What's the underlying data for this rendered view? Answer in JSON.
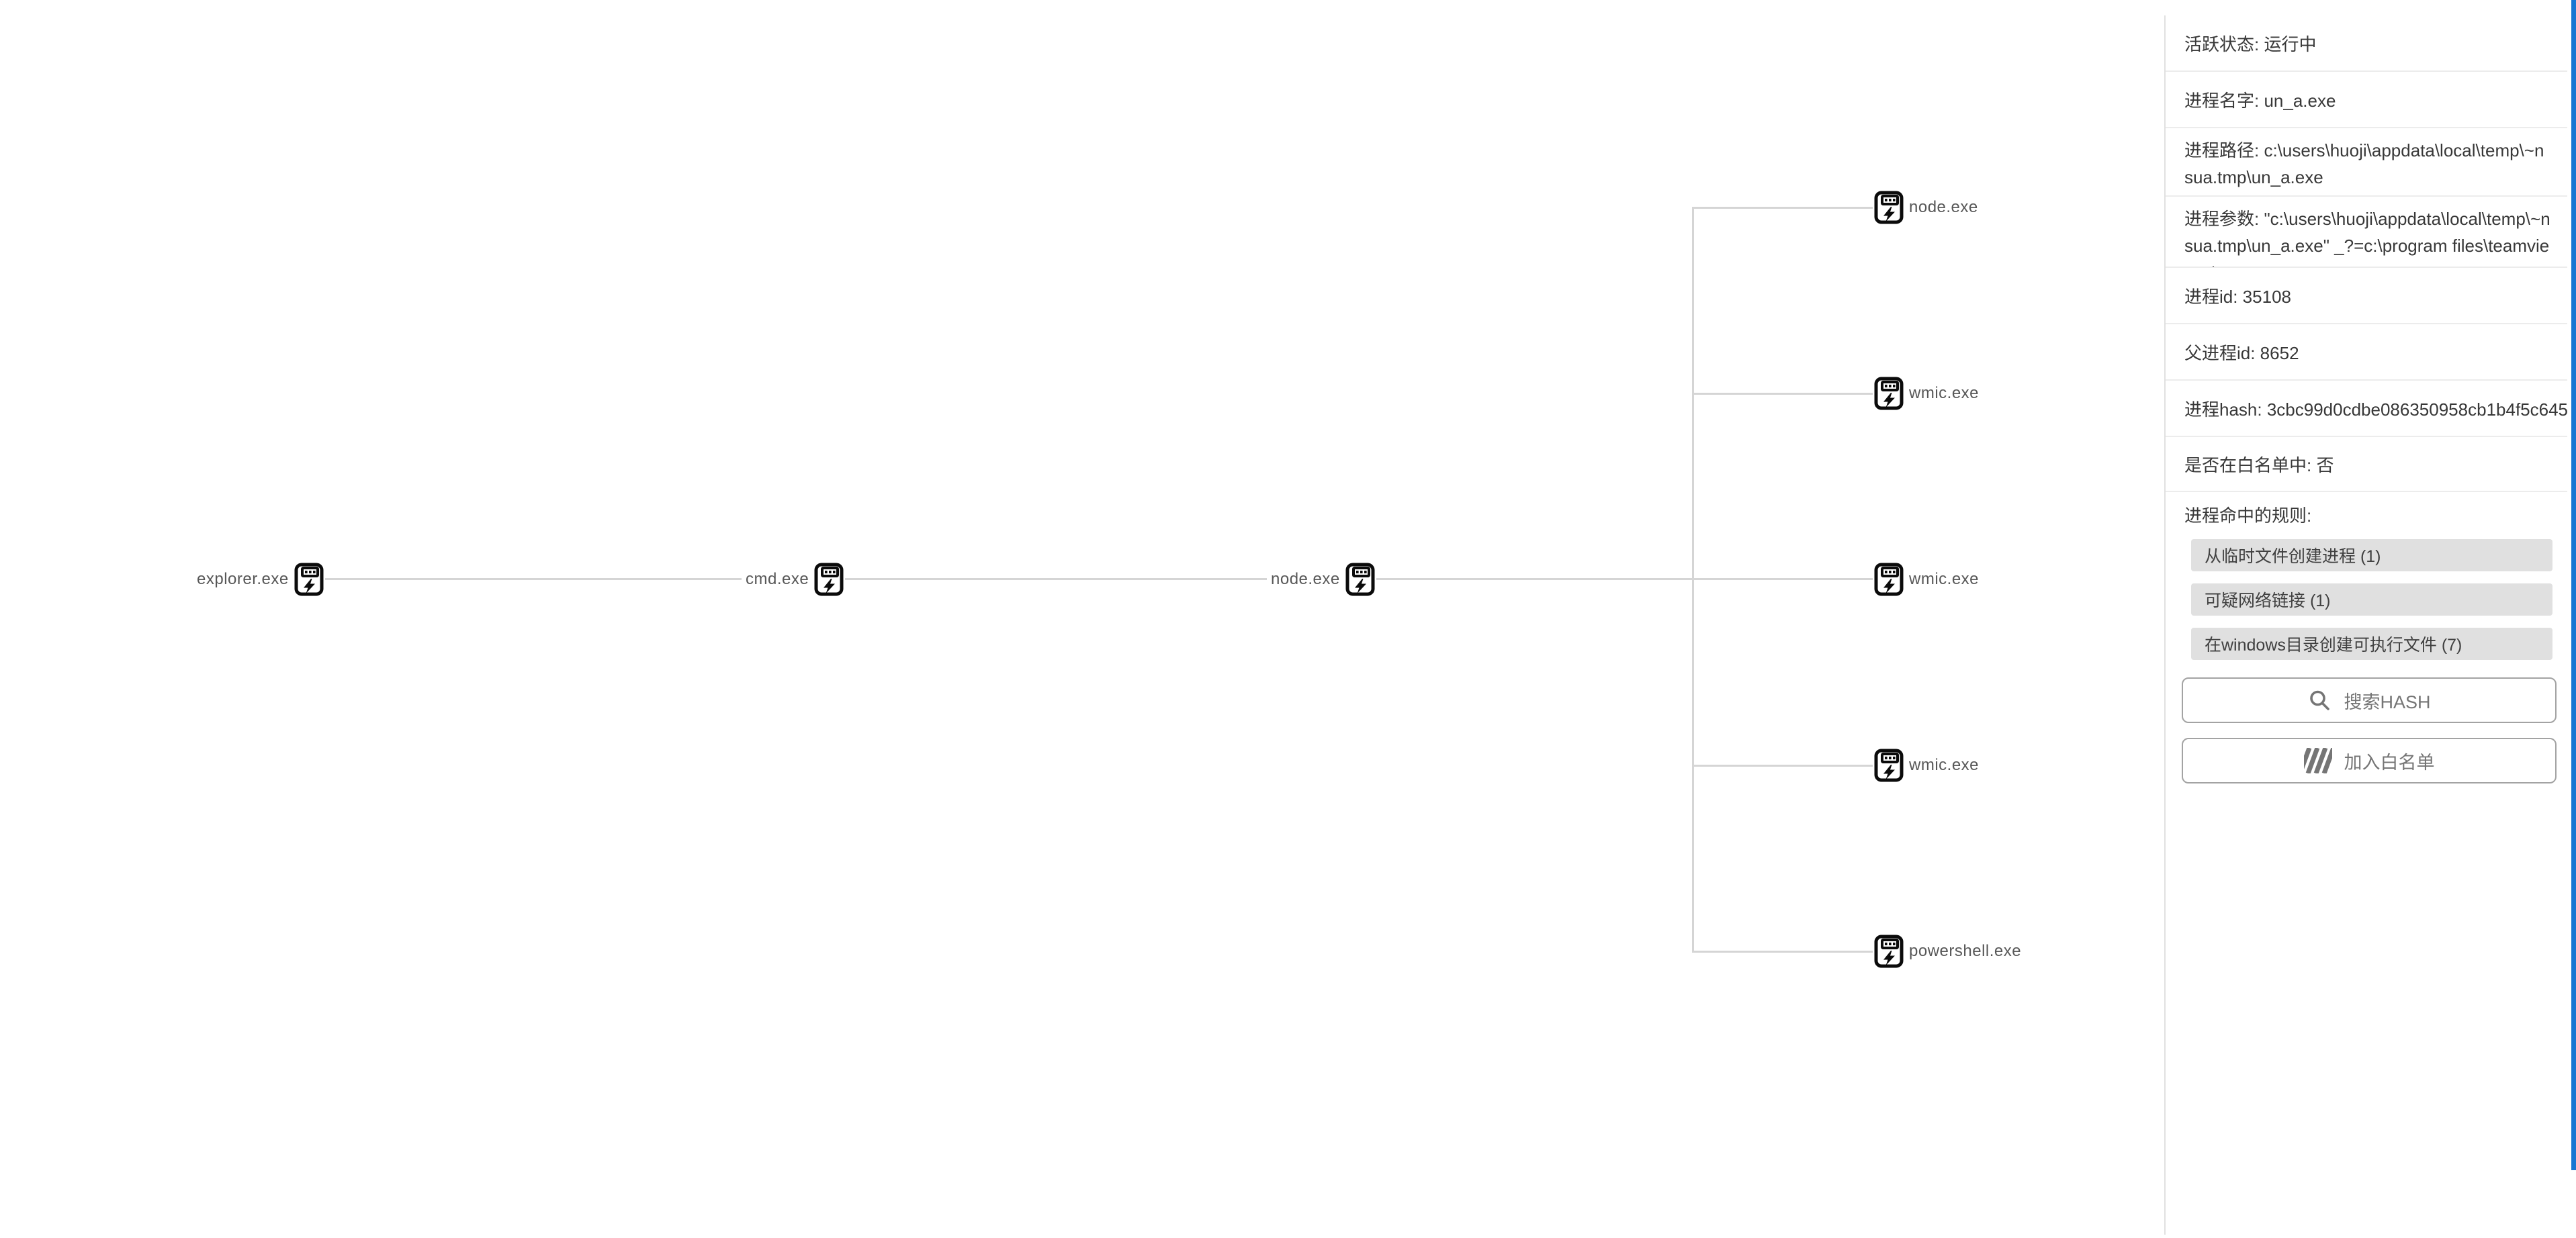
{
  "app": {
    "view": "process-tree-analysis"
  },
  "tree": {
    "line_color": "#d5d5d5",
    "node_icon": "app-lightning-icon",
    "parents": [
      {
        "label": "explorer.exe"
      },
      {
        "label": "cmd.exe"
      },
      {
        "label": "node.exe"
      }
    ],
    "children": [
      {
        "label": "node.exe"
      },
      {
        "label": "wmic.exe"
      },
      {
        "label": "wmic.exe"
      },
      {
        "label": "wmic.exe"
      },
      {
        "label": "powershell.exe"
      }
    ]
  },
  "panel": {
    "active_status": "活跃状态: 运行中",
    "process_name": "进程名字: un_a.exe",
    "process_path": "进程路径: c:\\users\\huoji\\appdata\\local\\temp\\~nsua.tmp\\un_a.exe",
    "process_args": "进程参数: \"c:\\users\\huoji\\appdata\\local\\temp\\~nsua.tmp\\un_a.exe\" _?=c:\\program files\\teamviewer\\",
    "process_id": "进程id: 35108",
    "parent_process_id": "父进程id: 8652",
    "process_hash": "进程hash: 3cbc99d0cdbe086350958cb1b4f5c645",
    "whitelist_status": "是否在白名单中: 否",
    "rules_label": "进程命中的规则:",
    "rules": [
      {
        "label": "从临时文件创建进程 (1)"
      },
      {
        "label": "可疑网络链接 (1)"
      },
      {
        "label": "在windows目录创建可执行文件 (7)"
      }
    ],
    "search_button": "搜索HASH",
    "whitelist_button": "加入白名单",
    "chip_bg": "#e0e0e0",
    "scrollbar_color": "#1976d2",
    "icons": {
      "search": "search-icon",
      "whitelist": "stripes-icon",
      "tree_node": "app-lightning-icon"
    }
  }
}
